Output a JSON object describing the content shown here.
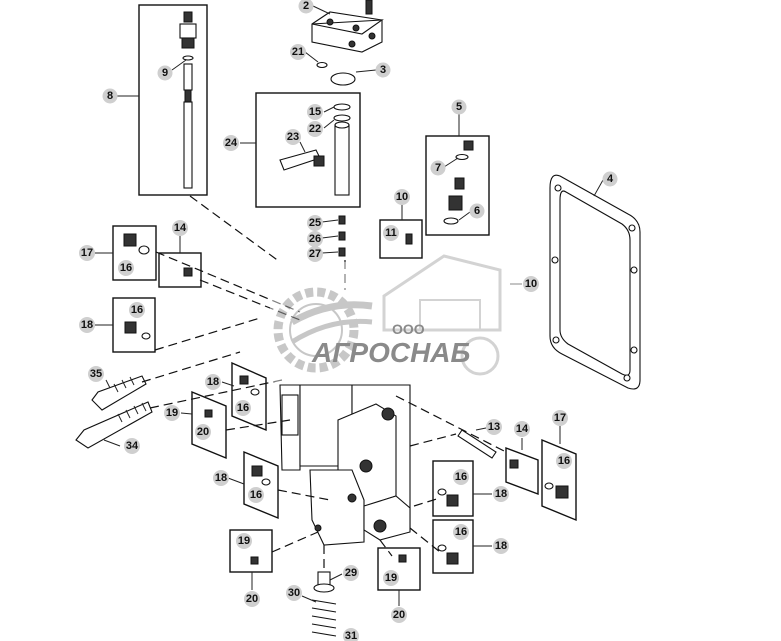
{
  "callouts": {
    "c2": "2",
    "c3": "3",
    "c21": "21",
    "c9": "9",
    "c8": "8",
    "c15": "15",
    "c22": "22",
    "c23": "23",
    "c24": "24",
    "c25": "25",
    "c26": "26",
    "c27": "27",
    "c5": "5",
    "c7": "7",
    "c6": "6",
    "c4": "4",
    "c10a": "10",
    "c11": "11",
    "c10b": "10",
    "c14a": "14",
    "c17a": "17",
    "c16a": "16",
    "c18a": "18",
    "c16b": "16",
    "c35": "35",
    "c34": "34",
    "c18b": "18",
    "c16c": "16",
    "c19a": "19",
    "c20a": "20",
    "c18c": "18",
    "c16d": "16",
    "c13": "13",
    "c14b": "14",
    "c17b": "17",
    "c16e": "16",
    "c16f": "16",
    "c18d": "18",
    "c16g": "16",
    "c18e": "18",
    "c19b": "19",
    "c20b": "20",
    "c29": "29",
    "c30": "30",
    "c31": "31",
    "c19c": "19",
    "c20c": "20"
  },
  "watermark": {
    "prefix": "ООО",
    "brand": "АГРОСНАБ",
    "color": "#8a8a8a"
  }
}
